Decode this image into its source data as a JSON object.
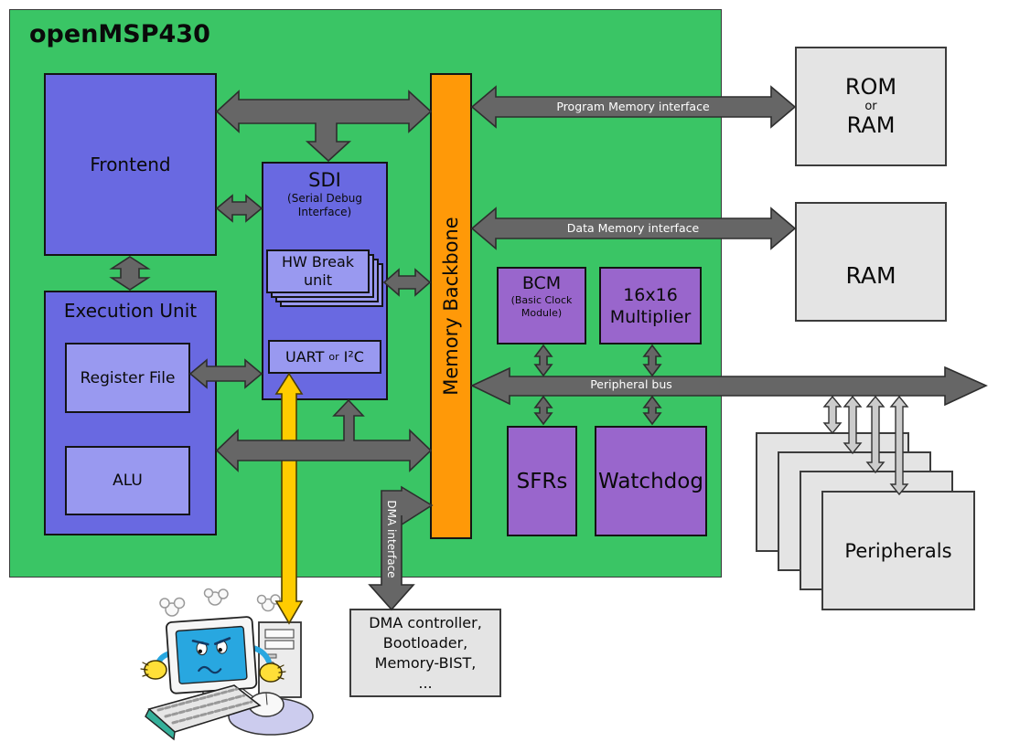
{
  "diagram": {
    "title": "openMSP430",
    "frontend": "Frontend",
    "execution_unit": "Execution Unit",
    "register_file": "Register File",
    "alu": "ALU",
    "sdi_title": "SDI",
    "sdi_sub1": "(Serial Debug",
    "sdi_sub2": "Interface)",
    "hw_break_1": "HW Break",
    "hw_break_2": "unit",
    "uart": "UART",
    "uart_or": "or",
    "uart_i2c": "I²C",
    "memory_backbone": "Memory Backbone",
    "bcm_title": "BCM",
    "bcm_sub1": "(Basic Clock",
    "bcm_sub2": "Module)",
    "mult_1": "16x16",
    "mult_2": "Multiplier",
    "sfrs": "SFRs",
    "watchdog": "Watchdog",
    "rom_1": "ROM",
    "rom_2": "or",
    "rom_3": "RAM",
    "ram": "RAM",
    "peripherals": "Peripherals",
    "dma_1": "DMA controller,",
    "dma_2": "Bootloader,",
    "dma_3": "Memory-BIST,",
    "dma_4": "...",
    "label_program_memory": "Program Memory interface",
    "label_data_memory": "Data Memory interface",
    "label_peripheral_bus": "Peripheral bus",
    "label_dma_interface": "DMA interface"
  },
  "colors": {
    "background_green": "#3ac565",
    "block_blue": "#6969e1",
    "block_blue_light": "#9999f0",
    "backbone_orange": "#ff9908",
    "peripheral_purple": "#9966cc",
    "external_gray": "#e4e4e4",
    "arrow_gray": "#666666",
    "arrow_light_gray": "#cccccc",
    "host_arrow_yellow": "#ffcc00"
  }
}
